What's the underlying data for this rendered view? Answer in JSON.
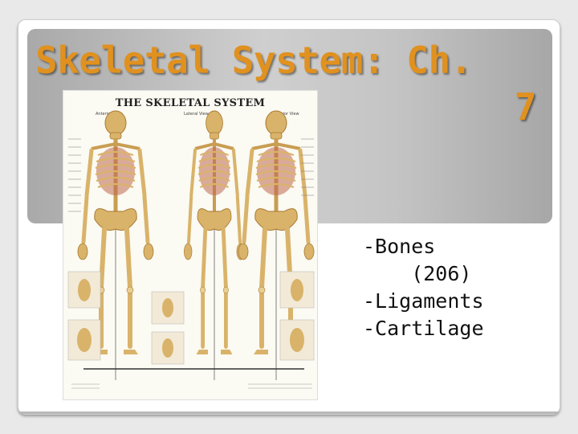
{
  "slide": {
    "title_line1": "Skeletal System: Ch.",
    "title_line2": "7",
    "bullets": [
      "-Bones",
      "    (206)",
      "-Ligaments",
      "-Cartilage"
    ]
  },
  "poster": {
    "title": "THE SKELETAL SYSTEM",
    "view_labels": [
      "Anterior View",
      "Lateral View",
      "Posterior View"
    ]
  },
  "colors": {
    "title": "#e0911f",
    "bone": "#d9b36a",
    "bone_dark": "#a9782f",
    "muscle": "#c0674f"
  }
}
